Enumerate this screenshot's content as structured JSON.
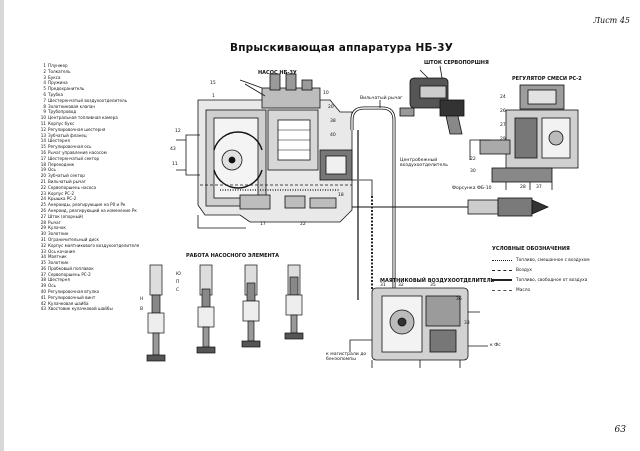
{
  "sheet_label": "Лист 45",
  "page_number": "63",
  "title": "Впрыскивающая аппаратура НБ-3У",
  "parts_legend": [
    {
      "n": "1",
      "text": "Плунжер"
    },
    {
      "n": "2",
      "text": "Толкатель"
    },
    {
      "n": "3",
      "text": "Букса"
    },
    {
      "n": "4",
      "text": "Пружина"
    },
    {
      "n": "5",
      "text": "Предохранитель"
    },
    {
      "n": "6",
      "text": "Трубка"
    },
    {
      "n": "7",
      "text": "Шестеренчатый воздухоотделитель"
    },
    {
      "n": "8",
      "text": "Золотниковая клапан"
    },
    {
      "n": "9",
      "text": "Трубопровод"
    },
    {
      "n": "10",
      "text": "Центральная топливная камера"
    },
    {
      "n": "11",
      "text": "Корпус букс"
    },
    {
      "n": "12",
      "text": "Регулировочная шестерня"
    },
    {
      "n": "13",
      "text": "Зубчатый фланец"
    },
    {
      "n": "14",
      "text": "Шестерня"
    },
    {
      "n": "15",
      "text": "Регулировочная ось"
    },
    {
      "n": "16",
      "text": "Рычаг управления насосом"
    },
    {
      "n": "17",
      "text": "Шестеренчатый сектор"
    },
    {
      "n": "18",
      "text": "Переходник"
    },
    {
      "n": "19",
      "text": "Ось"
    },
    {
      "n": "20",
      "text": "Зубчатый сектор"
    },
    {
      "n": "21",
      "text": "Вильчатый рычаг"
    },
    {
      "n": "22",
      "text": "Сервопоршень насоса"
    },
    {
      "n": "23",
      "text": "Корпус РС-2"
    },
    {
      "n": "24",
      "text": "Крышка РС-2"
    },
    {
      "n": "25",
      "text": "Анероиды, реагирующие на P0 и Рк"
    },
    {
      "n": "26",
      "text": "Анероид, реагирующий на изменение Рк"
    },
    {
      "n": "27",
      "text": "Шток (опорный)"
    },
    {
      "n": "28",
      "text": "Рычаг"
    },
    {
      "n": "29",
      "text": "Кулачок"
    },
    {
      "n": "30",
      "text": "Золотник"
    },
    {
      "n": "31",
      "text": "Ограничительный диск"
    },
    {
      "n": "32",
      "text": "Корпус маятникового воздухоотделителя"
    },
    {
      "n": "33",
      "text": "Ось качания"
    },
    {
      "n": "34",
      "text": "Маятник"
    },
    {
      "n": "35",
      "text": "Золотник"
    },
    {
      "n": "36",
      "text": "Пробковый поплавок"
    },
    {
      "n": "37",
      "text": "Сервопоршень РС-2"
    },
    {
      "n": "38",
      "text": "Шестерня"
    },
    {
      "n": "39",
      "text": "Ось"
    },
    {
      "n": "40",
      "text": "Регулировочная втулка"
    },
    {
      "n": "41",
      "text": "Регулировочный винт"
    },
    {
      "n": "42",
      "text": "Кулачковая шайба"
    },
    {
      "n": "43",
      "text": "Хвостовик кулачковой шайбы"
    }
  ],
  "labels": {
    "pump_body": "НАСОС НБ-3У",
    "servo_rod": "ШТОК СЕРВОПОРШНЯ",
    "mixture_regulator": "РЕГУЛЯТОР СМЕСИ РС-2",
    "fork_lever": "Вильчатый рычаг",
    "centrifugal_separator": "Центробежный воздухоотделитель",
    "nozzle": "Форсунка ФБ-10",
    "pump_element_work": "РАБОТА НАСОСНОГО ЭЛЕМЕНТА",
    "pendulum_separator": "МАЯТНИКОВЫЙ ВОЗДУХООТДЕЛИТЕЛЬ",
    "to_tank_line": "к магистрали до бензопомпы",
    "to_nozzle": "к Фс"
  },
  "symbols": {
    "title": "УСЛОВНЫЕ ОБОЗНАЧЕНИЯ",
    "items": [
      {
        "style": "dot",
        "text": "Топливо, смешанное с воздухом"
      },
      {
        "style": "dash",
        "text": "Воздух"
      },
      {
        "style": "thick",
        "text": "Топливо, свободное от воздуха"
      },
      {
        "style": "dashdot",
        "text": "Масло"
      }
    ]
  },
  "icons": [
    "pump-section-drawing",
    "servo-rod-drawing",
    "mixture-regulator-drawing",
    "nozzle-drawing",
    "plunger-stage-drawing",
    "pendulum-separator-drawing"
  ]
}
